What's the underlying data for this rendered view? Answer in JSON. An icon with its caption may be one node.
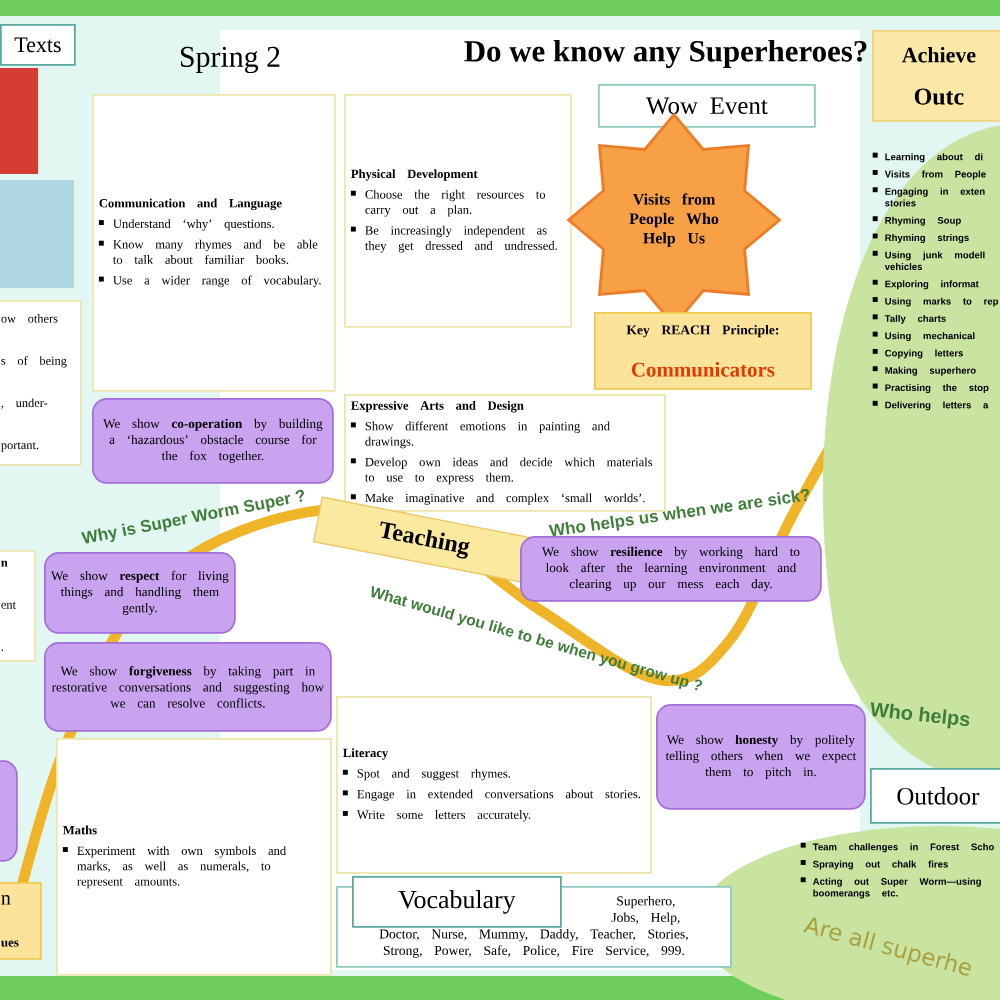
{
  "diagram": {
    "title": "Do we know any Superheroes?",
    "nodes": [
      {
        "text": [
          "Texts"
        ]
      },
      {
        "text": [
          "Communication and Language",
          "Understand ‘why’ questions.",
          "Know many rhymes and be able to talk about familiar books.",
          "Use a wider range of vocabulary."
        ]
      },
      {
        "text": [
          "Physical Development",
          "Choose the right resources to carry out a plan.",
          "Be increasingly independent as they get dressed and undressed."
        ]
      },
      {
        "text": [
          "Wow Event"
        ]
      },
      {
        "text": [
          "Visits from People Who Help Us"
        ]
      },
      {
        "text": [
          "Key REACH Principle:",
          "Communicators"
        ]
      },
      {
        "text": [
          "Achieve",
          "Outc"
        ]
      },
      {
        "text": [
          "Learning about di",
          "Visits from People",
          "Engaging in exten stories",
          "Rhyming Soup",
          "Rhyming strings",
          "Using junk modell vehicles",
          "Exploring informat",
          "Using marks to rep",
          "Tally charts",
          "Using mechanical",
          "Copying letters",
          "Making superhero",
          "Practising the stop",
          "Delivering letters a"
        ]
      },
      {
        "text": [
          "ow others",
          "s of being",
          ", under- portant."
        ]
      },
      {
        "text": [
          "Expressive Arts and Design",
          "Show different emotions in painting and drawings.",
          "Develop own ideas and decide which materials to use to express them.",
          "Make imaginative and complex ‘small worlds’."
        ]
      },
      {
        "text": [
          "We show **co-operation** by building a ‘hazardous’ obstacle course for the fox together."
        ]
      },
      {
        "text": [
          "Teaching"
        ]
      },
      {
        "text": [
          "We show **resilience** by working hard to look after the learning environment and clearing up our mess each day."
        ]
      },
      {
        "text": [
          "n",
          "ent",
          "."
        ]
      },
      {
        "text": [
          "We show **respect** for living things and handling them gently."
        ]
      },
      {
        "text": [
          "We show **forgiveness** by taking part in restorative conversations and suggesting how we can resolve conflicts."
        ]
      },
      {
        "text": [],
        "shape": "box"
      },
      {
        "text": [
          "Literacy",
          "Spot and suggest rhymes.",
          "Engage in extended conversations about stories.",
          "Write some letters accurately."
        ]
      },
      {
        "text": [
          "Maths",
          "Experiment with own symbols and marks, as well as numerals, to represent amounts."
        ]
      },
      {
        "text": [
          "We show **honesty** by politely telling others when we expect them to pitch in."
        ]
      },
      {
        "text": [
          "n",
          "ues"
        ]
      },
      {
        "text": [
          "Outdoor"
        ]
      },
      {
        "text": [
          "Team challenges in Forest Scho",
          "Spraying out chalk fires",
          "Acting out Super Worm—using boomerangs etc."
        ]
      },
      {
        "text": [
          "Superhero, Jobs, Help, Doctor, Nurse, Mummy, Daddy, Teacher, Stories, Strong, Power, Safe, Police, Fire Service, 999."
        ]
      },
      {
        "text": [
          "Vocabulary"
        ]
      }
    ],
    "labels": [
      "Spring 2",
      "Why is Super Worm Super ?",
      "Who helps us when we are sick?",
      "What would you like to be when you grow up ?",
      "Who helps",
      "Are all superhe"
    ]
  }
}
